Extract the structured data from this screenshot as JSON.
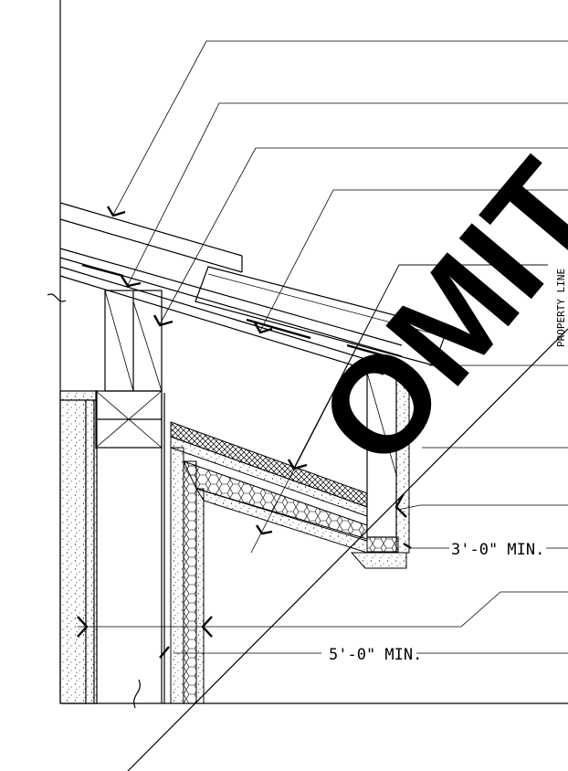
{
  "watermark": {
    "text": "OMIT"
  },
  "dimensions": {
    "overhang_min": "3'-0\" MIN.",
    "wall_min": "5'-0\" MIN."
  },
  "side_note": "PROPERTY LINE"
}
